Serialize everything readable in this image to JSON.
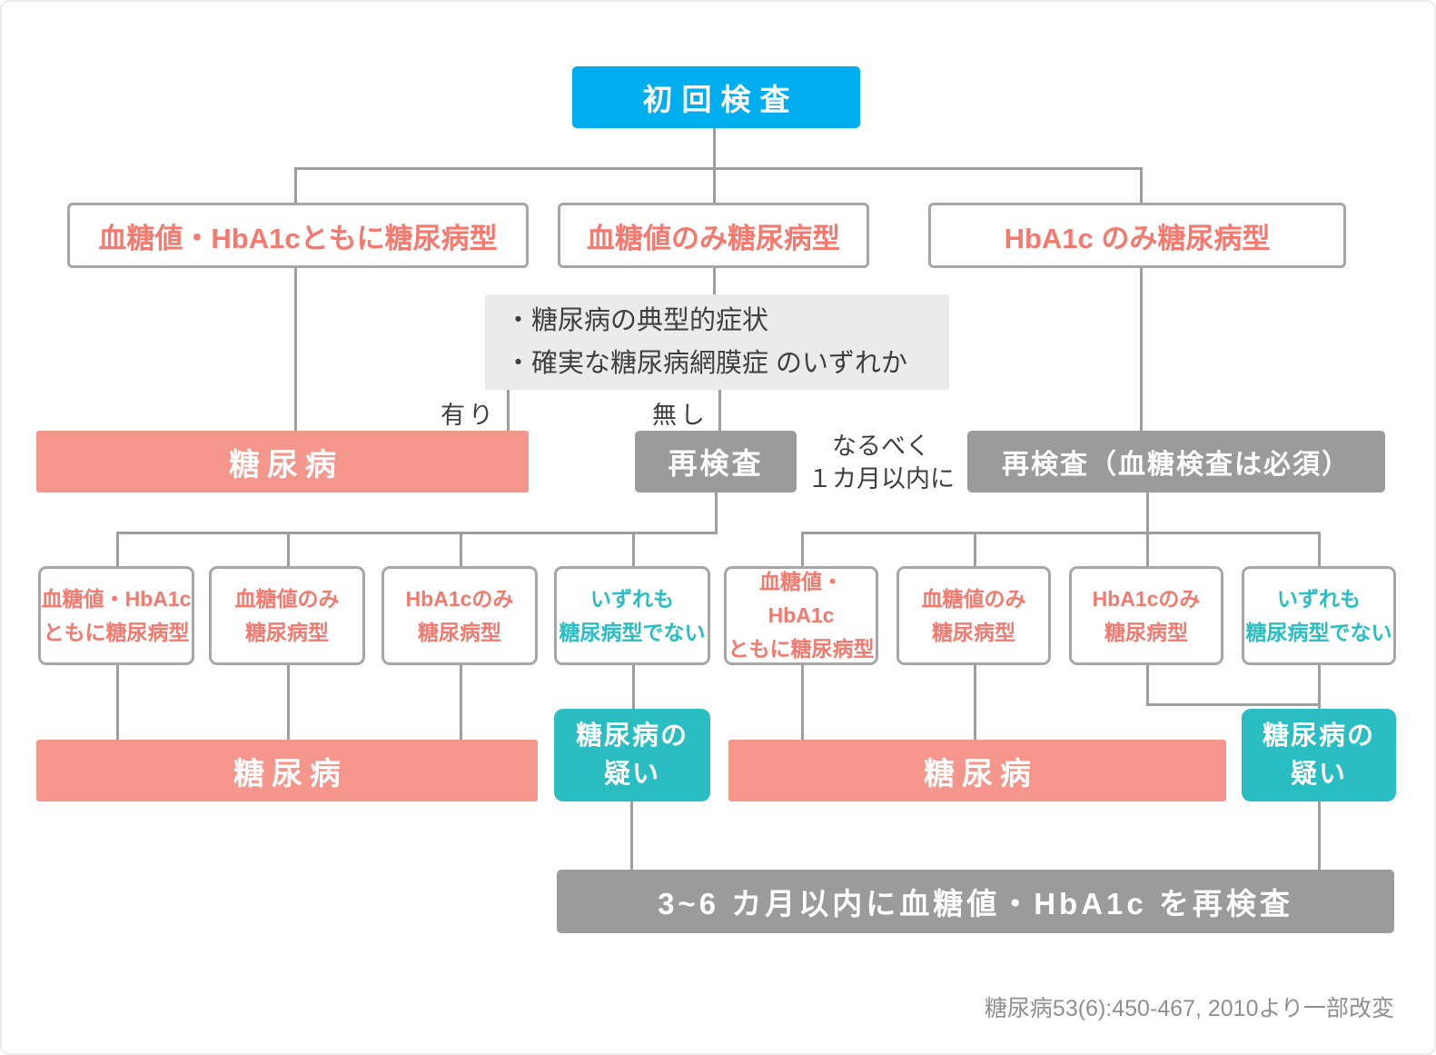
{
  "palette": {
    "blue": "#00AEEF",
    "salmon_fill": "#F4968B",
    "salmon_text": "#F4796E",
    "teal": "#2ABEC3",
    "gray_fill": "#9B9B9B",
    "light_gray_fill": "#EBEBEB",
    "connector_gray": "#9E9E9E",
    "border_gray": "#A6A6A6",
    "text_dark": "#3F3F3F",
    "footer_gray": "#8F8F8F"
  },
  "start": {
    "label": "初回検査"
  },
  "branches": [
    {
      "label": "血糖値・HbA1cともに糖尿病型"
    },
    {
      "label": "血糖値のみ糖尿病型"
    },
    {
      "label": "HbA1c のみ糖尿病型"
    }
  ],
  "condition": {
    "line1": "・糖尿病の典型的症状",
    "line2": "・確実な糖尿病網膜症 のいずれか"
  },
  "condition_labels": {
    "present": "有り",
    "absent": "無し"
  },
  "row3": {
    "diabetes": "糖尿病",
    "retest": "再検査",
    "retest_note_line1": "なるべく",
    "retest_note_line2": "１カ月以内に",
    "retest_full": "再検査（血糖検査は必須）"
  },
  "outcomes": [
    {
      "line1": "血糖値・HbA1c",
      "line2": "ともに糖尿病型"
    },
    {
      "line1": "血糖値のみ",
      "line2": "糖尿病型"
    },
    {
      "line1": "HbA1cのみ",
      "line2": "糖尿病型"
    },
    {
      "line1": "いずれも",
      "line2": "糖尿病型でない"
    }
  ],
  "results": {
    "diabetes": "糖尿病",
    "suspected_line1": "糖尿病の",
    "suspected_line2": "疑い",
    "final_retest": "3~6 カ月以内に血糖値・HbA1c を再検査"
  },
  "footer": {
    "citation": "糖尿病53(6):450-467, 2010より一部改変"
  }
}
